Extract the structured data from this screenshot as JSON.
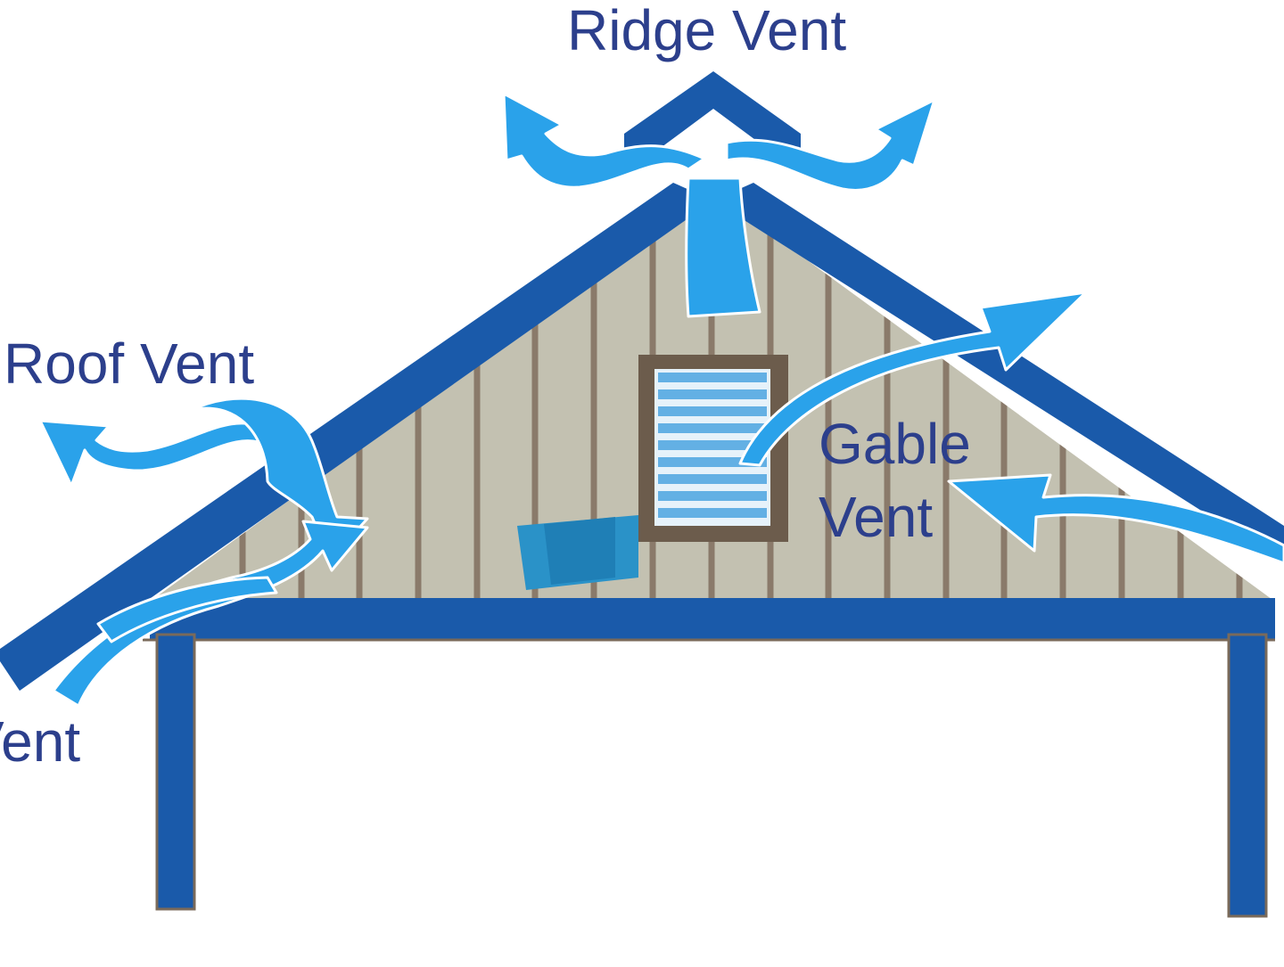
{
  "labels": {
    "ridge": "Ridge Vent",
    "roof": "Roof Vent",
    "gable_line1": "Gable",
    "gable_line2": "Vent",
    "soffit_partial": "Vent"
  },
  "colors": {
    "structure": "#1a5aaa",
    "airflow": "#2aa2ea",
    "airflow_outline": "#ffffff",
    "attic_wall": "#c3c1b1",
    "studs": "#8a7a6a",
    "louver_frame": "#6c5c4c",
    "louver_slats": "#63b0e4",
    "text": "#2c3f8c",
    "background": "#ffffff"
  }
}
